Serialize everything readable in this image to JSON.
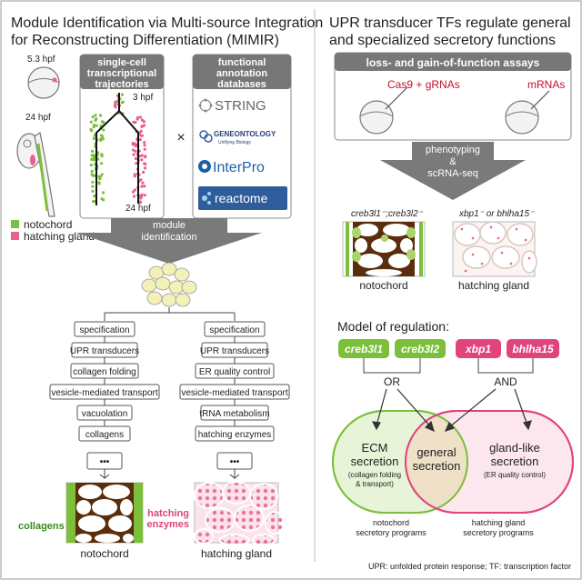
{
  "left": {
    "title_line1": "Module Identification via Multi-source Integration",
    "title_line2": "for Reconstructing Differentiation (MIMIR)",
    "stage1": "5.3 hpf",
    "stage2": "24 hpf",
    "legend": [
      {
        "label": "notochord",
        "color": "#7bbf3a"
      },
      {
        "label": "hatching gland",
        "color": "#e8608e"
      }
    ],
    "trajectory_box": {
      "title_line1": "single-cell",
      "title_line2": "transcriptional",
      "title_line3": "trajectories",
      "start": "3 hpf",
      "end": "24 hpf"
    },
    "multiply": "×",
    "annotation_box": {
      "title_line1": "functional",
      "title_line2": "annotation",
      "title_line3": "databases",
      "logos": {
        "string": "STRING",
        "go_main": "GENEONTOLOGY",
        "go_sub": "Unifying Biology",
        "interpro": "InterPro",
        "reactome": "reactome"
      }
    },
    "module_arrow_line1": "module",
    "module_arrow_line2": "identification",
    "notochord_modules": [
      "specification",
      "UPR transducers",
      "collagen folding",
      "vesicle-mediated transport",
      "vacuolation",
      "collagens"
    ],
    "gland_modules": [
      "specification",
      "UPR transducers",
      "ER quality control",
      "vesicle-mediated transport",
      "tRNA metabolism",
      "hatching enzymes"
    ],
    "ellipsis": "•••",
    "collagens_label": "collagens",
    "hatching_enzymes_line1": "hatching",
    "hatching_enzymes_line2": "enzymes",
    "notochord_caption": "notochord",
    "gland_caption": "hatching gland"
  },
  "right": {
    "title_line1": "UPR transducer TFs regulate general",
    "title_line2": "and specialized secretory functions",
    "assay_header": "loss- and gain-of-function assays",
    "cas9": "Cas9 + gRNAs",
    "mrnas": "mRNAs",
    "arrow_line1": "phenotyping",
    "arrow_line2": "&",
    "arrow_line3": "scRNA-seq",
    "mutant1": "creb3l1⁻;creb3l2⁻",
    "mutant2": "xbp1⁻ or bhlha15⁻",
    "notochord_caption": "notochord",
    "gland_caption": "hatching gland",
    "model_title": "Model of regulation:",
    "genes": {
      "creb3l1": "creb3l1",
      "creb3l2": "creb3l2",
      "xbp1": "xbp1",
      "bhlha15": "bhlha15"
    },
    "or_label": "OR",
    "and_label": "AND",
    "ecm_line1": "ECM",
    "ecm_line2": "secretion",
    "ecm_sub1": "(collagen folding",
    "ecm_sub2": "& transport)",
    "general_line1": "general",
    "general_line2": "secretion",
    "gland_like_line1": "gland-like",
    "gland_like_line2": "secretion",
    "gland_like_sub": "(ER quality control)",
    "noto_prog_line1": "notochord",
    "noto_prog_line2": "secretory programs",
    "gland_prog_line1": "hatching gland",
    "gland_prog_line2": "secretory programs"
  },
  "footnote": "UPR: unfolded protein response; TF: transcription factor",
  "colors": {
    "green": "#7bbf3a",
    "pink": "#e0447c",
    "dark_green": "#3a7a1a",
    "red_text": "#c8102e",
    "brown": "#5a2d0c",
    "grey_bar": "#777777"
  }
}
